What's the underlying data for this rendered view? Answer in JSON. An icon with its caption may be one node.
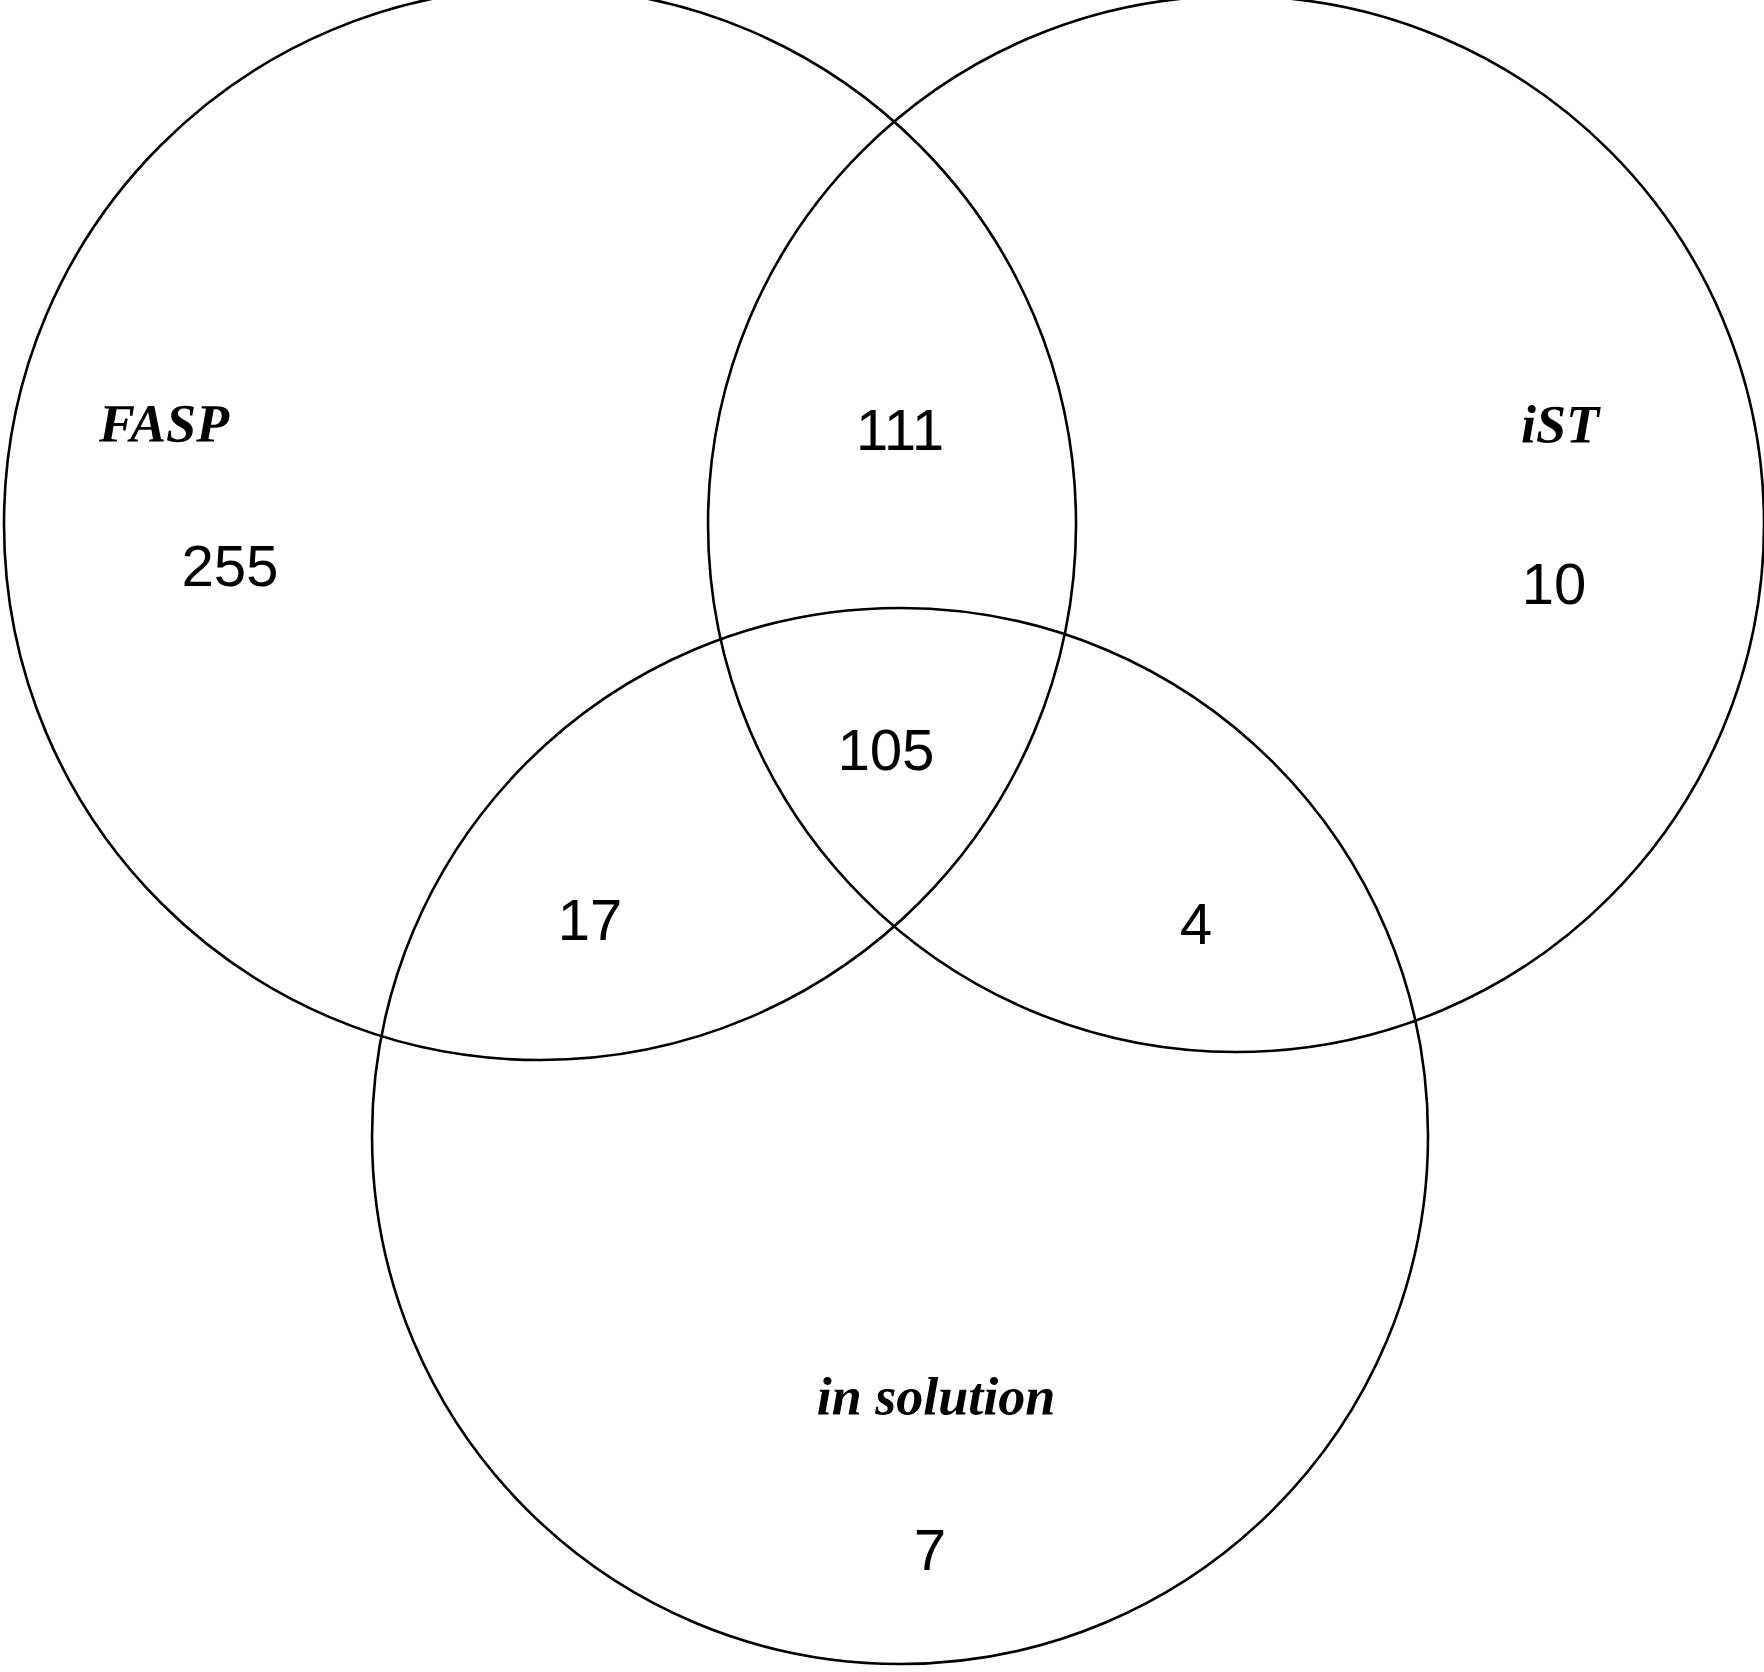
{
  "diagram": {
    "nodes": [
      {
        "text": [
          "FASP"
        ]
      },
      {
        "text": [
          "iST"
        ]
      },
      {
        "text": [
          "in solution"
        ]
      }
    ],
    "labels": [
      "111",
      "10",
      "255",
      "105",
      "17",
      "4",
      "7"
    ]
  }
}
